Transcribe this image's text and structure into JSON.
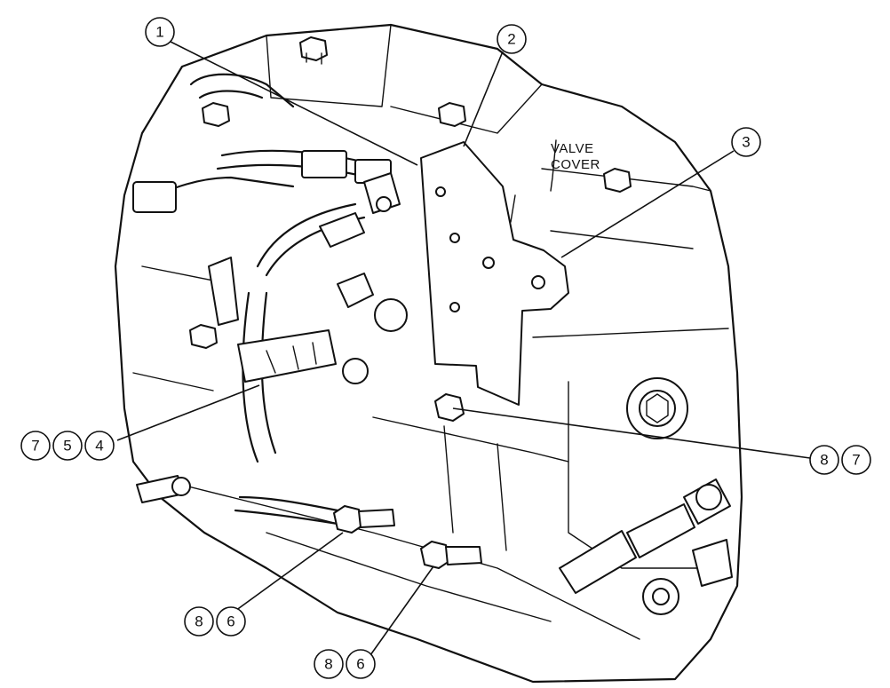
{
  "diagram": {
    "annotation_label": {
      "line1": "VALVE",
      "line2": "COVER"
    },
    "callouts": [
      {
        "id": "c1",
        "numbers": [
          "1"
        ]
      },
      {
        "id": "c2",
        "numbers": [
          "2"
        ]
      },
      {
        "id": "c3",
        "numbers": [
          "3"
        ]
      },
      {
        "id": "c754",
        "numbers": [
          "7",
          "5",
          "4"
        ]
      },
      {
        "id": "c87",
        "numbers": [
          "8",
          "7"
        ]
      },
      {
        "id": "c86a",
        "numbers": [
          "8",
          "6"
        ]
      },
      {
        "id": "c86b",
        "numbers": [
          "8",
          "6"
        ]
      }
    ],
    "colors": {
      "line": "#111111",
      "background": "#ffffff"
    }
  }
}
